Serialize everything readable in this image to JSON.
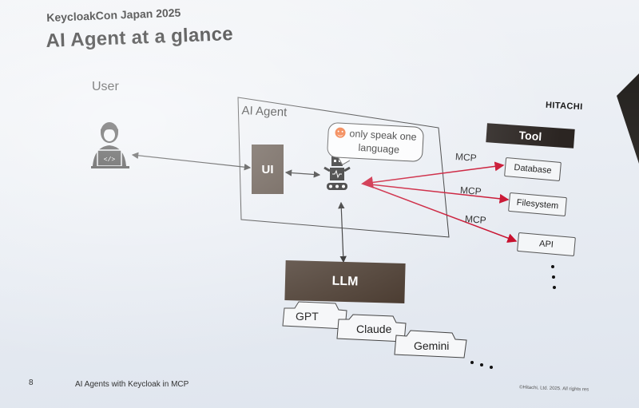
{
  "slide": {
    "conference": "KeycloakCon Japan 2025",
    "title": "AI Agent at a glance",
    "brand": "HITACHI",
    "page_number": "8",
    "footer_title": "AI Agents with Keycloak in MCP",
    "copyright": "©Hitachi, Ltd. 2025. All rights res"
  },
  "diagram": {
    "user_label": "User",
    "agent_label": "AI Agent",
    "ui_label": "UI",
    "bubble_line1": "only speak one",
    "bubble_line2": "language",
    "llm_label": "LLM",
    "models": [
      "GPT",
      "Claude",
      "Gemini"
    ],
    "tool_header": "Tool",
    "tools": [
      "Database",
      "Filesystem",
      "API"
    ],
    "protocol": "MCP"
  },
  "colors": {
    "box_dark": "#4a3b30",
    "tool_header": "#2b2522",
    "mcp_arrow": "#c8102e",
    "emoji": "#f06a2b"
  },
  "icons": {
    "user": "person-with-laptop-icon",
    "agent": "robot-icon",
    "emoji": "smiling-face-icon"
  }
}
